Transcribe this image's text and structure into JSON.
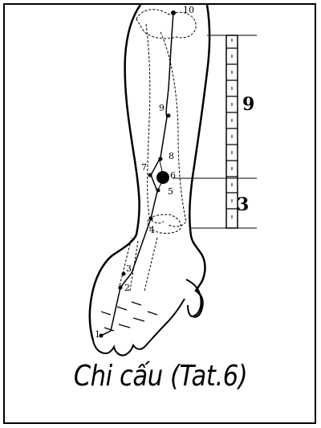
{
  "caption": "Chi cấu (Tat.6)",
  "measurements": {
    "upper_segment": "9",
    "lower_segment": "3"
  },
  "points": [
    {
      "label": "1"
    },
    {
      "label": "2"
    },
    {
      "label": "3"
    },
    {
      "label": "4"
    },
    {
      "label": "5"
    },
    {
      "label": "6"
    },
    {
      "label": "7"
    },
    {
      "label": "8"
    },
    {
      "label": "9"
    },
    {
      "label": "10"
    }
  ],
  "colors": {
    "ink": "#000000",
    "background": "#ffffff"
  }
}
